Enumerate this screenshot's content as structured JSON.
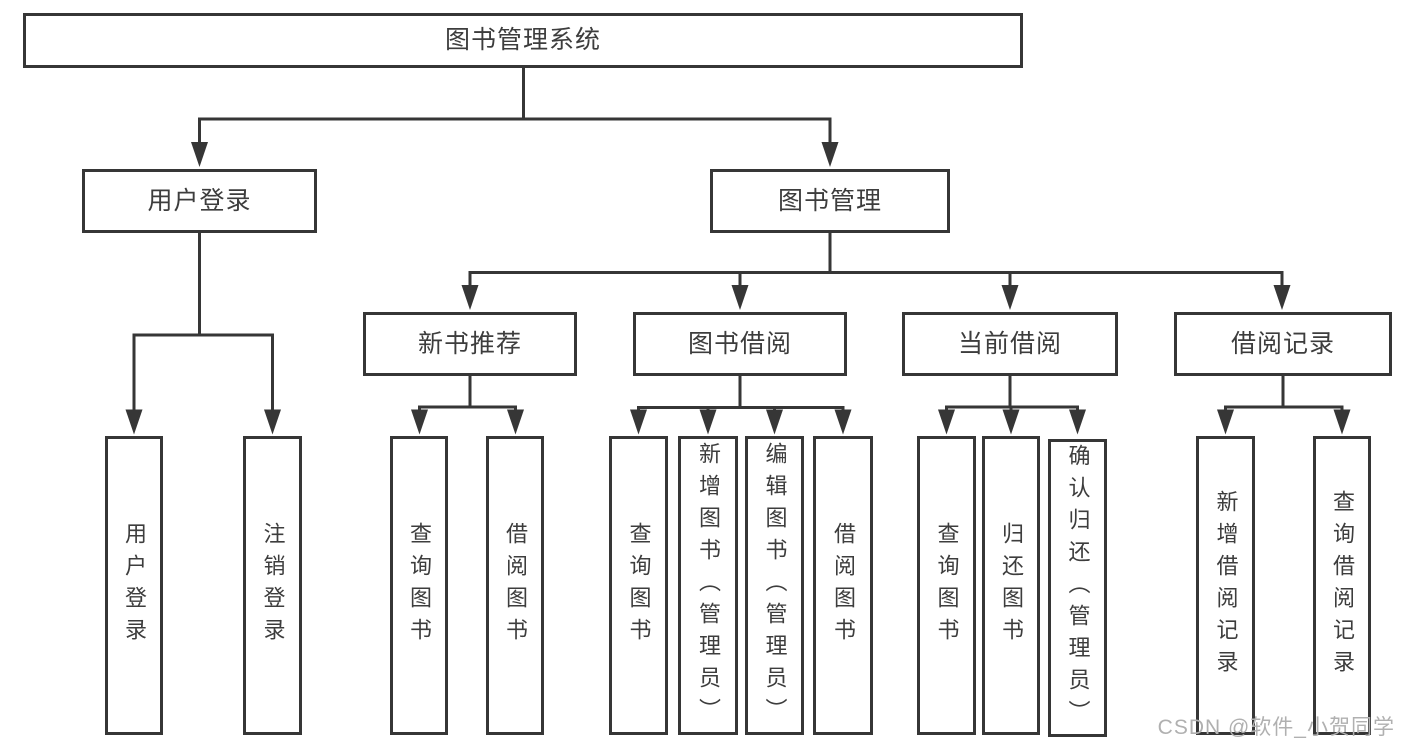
{
  "diagram": {
    "title_node": "图书管理系统",
    "level1": [
      {
        "label": "用户登录",
        "children": [
          "用户登录",
          "注销登录"
        ]
      },
      {
        "label": "图书管理"
      }
    ],
    "groups": [
      {
        "label": "新书推荐",
        "children": [
          "查询图书",
          "借阅图书"
        ]
      },
      {
        "label": "图书借阅",
        "children": [
          "查询图书",
          "新增图书（管理员）",
          "编辑图书（管理员）",
          "借阅图书"
        ]
      },
      {
        "label": "当前借阅",
        "children": [
          "查询图书",
          "归还图书",
          "确认归还（管理员）"
        ]
      },
      {
        "label": "借阅记录",
        "children": [
          "新增借阅记录",
          "查询借阅记录"
        ]
      }
    ],
    "watermark": "CSDN @软件_小贺同学",
    "colors": {
      "line": "#363636",
      "text": "#3d3d3d",
      "watermark": "#b0b0b0",
      "background": "#ffffff"
    }
  }
}
